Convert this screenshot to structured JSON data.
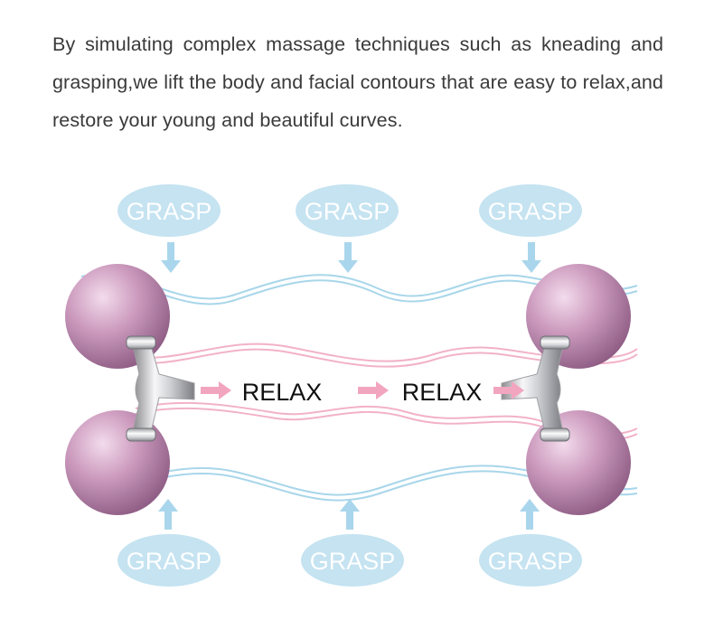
{
  "description": "By simulating complex massage techniques such as kneading and grasping,we lift the body and facial contours that are easy to relax,and restore your young and beautiful curves.",
  "grasp_labels": {
    "top_left": "GRASP",
    "top_center": "GRASP",
    "top_right": "GRASP",
    "bottom_left": "GRASP",
    "bottom_center": "GRASP",
    "bottom_right": "GRASP"
  },
  "relax_labels": {
    "left": "RELAX",
    "right": "RELAX"
  },
  "colors": {
    "text": "#3a3a3a",
    "bubble_fill": "#c5e3f1",
    "bubble_text": "#ffffff",
    "blue_arrow": "#a9d6ec",
    "blue_wave": "#a8d6ea",
    "pink_wave": "#f2b2c8",
    "pink_arrow": "#f2a5bf",
    "pearl": "#c995b9",
    "relax_text": "#111111"
  },
  "icons": {
    "grasp_arrow": "arrow-icon",
    "relax_arrow": "arrow-right-icon",
    "roller": "massage-roller-icon"
  }
}
